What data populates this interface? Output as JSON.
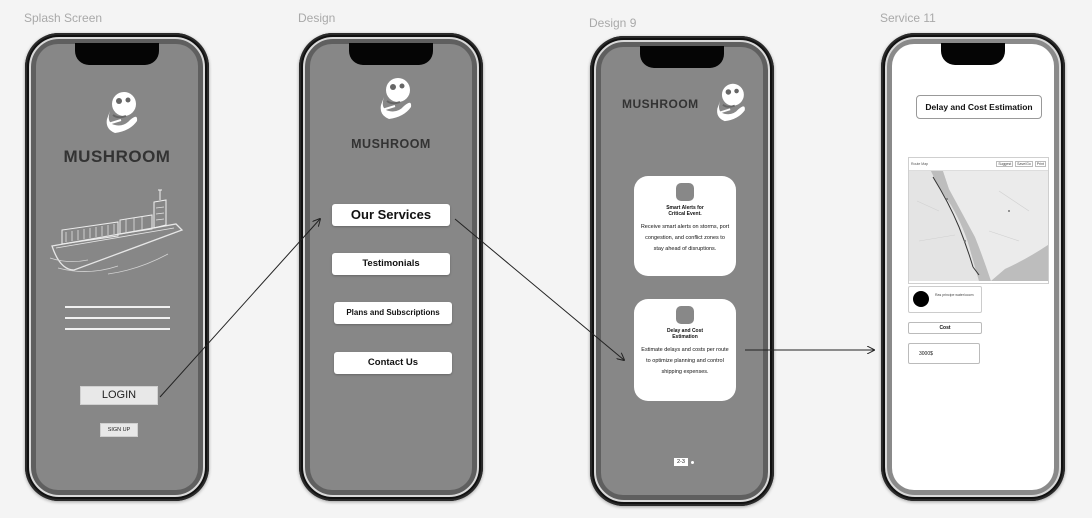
{
  "frames": {
    "splash": "Splash Screen",
    "design": "Design",
    "design9": "Design 9",
    "service11": "Service 11"
  },
  "splash": {
    "brand": "MUSHROOM",
    "login": "LOGIN",
    "signup": "SIGN UP",
    "menu_lines": 3
  },
  "design": {
    "brand": "MUSHROOM",
    "buttons": [
      "Our Services",
      "Testimonials",
      "Plans and Subscriptions",
      "Contact Us"
    ]
  },
  "design9": {
    "brand": "MUSHROOM",
    "cards": [
      {
        "title": "Smart Alerts for Critical Event.",
        "desc": "Receive smart alerts on storms, port congestion, and conflict zones to stay ahead of disruptions."
      },
      {
        "title": "Delay and Cost Estimation",
        "desc": "Estimate delays and costs per route to optimize planning and control shipping expenses."
      }
    ],
    "pager": "2-3"
  },
  "service11": {
    "title": "Delay and Cost Estimation",
    "map_header": "Route Map",
    "map_tabs": [
      "Suggest",
      "Save/Go",
      "Print"
    ],
    "port_info": "Ras principe water/oocm",
    "cost_label": "Cost",
    "cost_value": "3000$"
  },
  "colors": {
    "background": "#f4f4f4",
    "phone_screen": "#878787",
    "white": "#ffffff",
    "brand_text": "#333333"
  }
}
